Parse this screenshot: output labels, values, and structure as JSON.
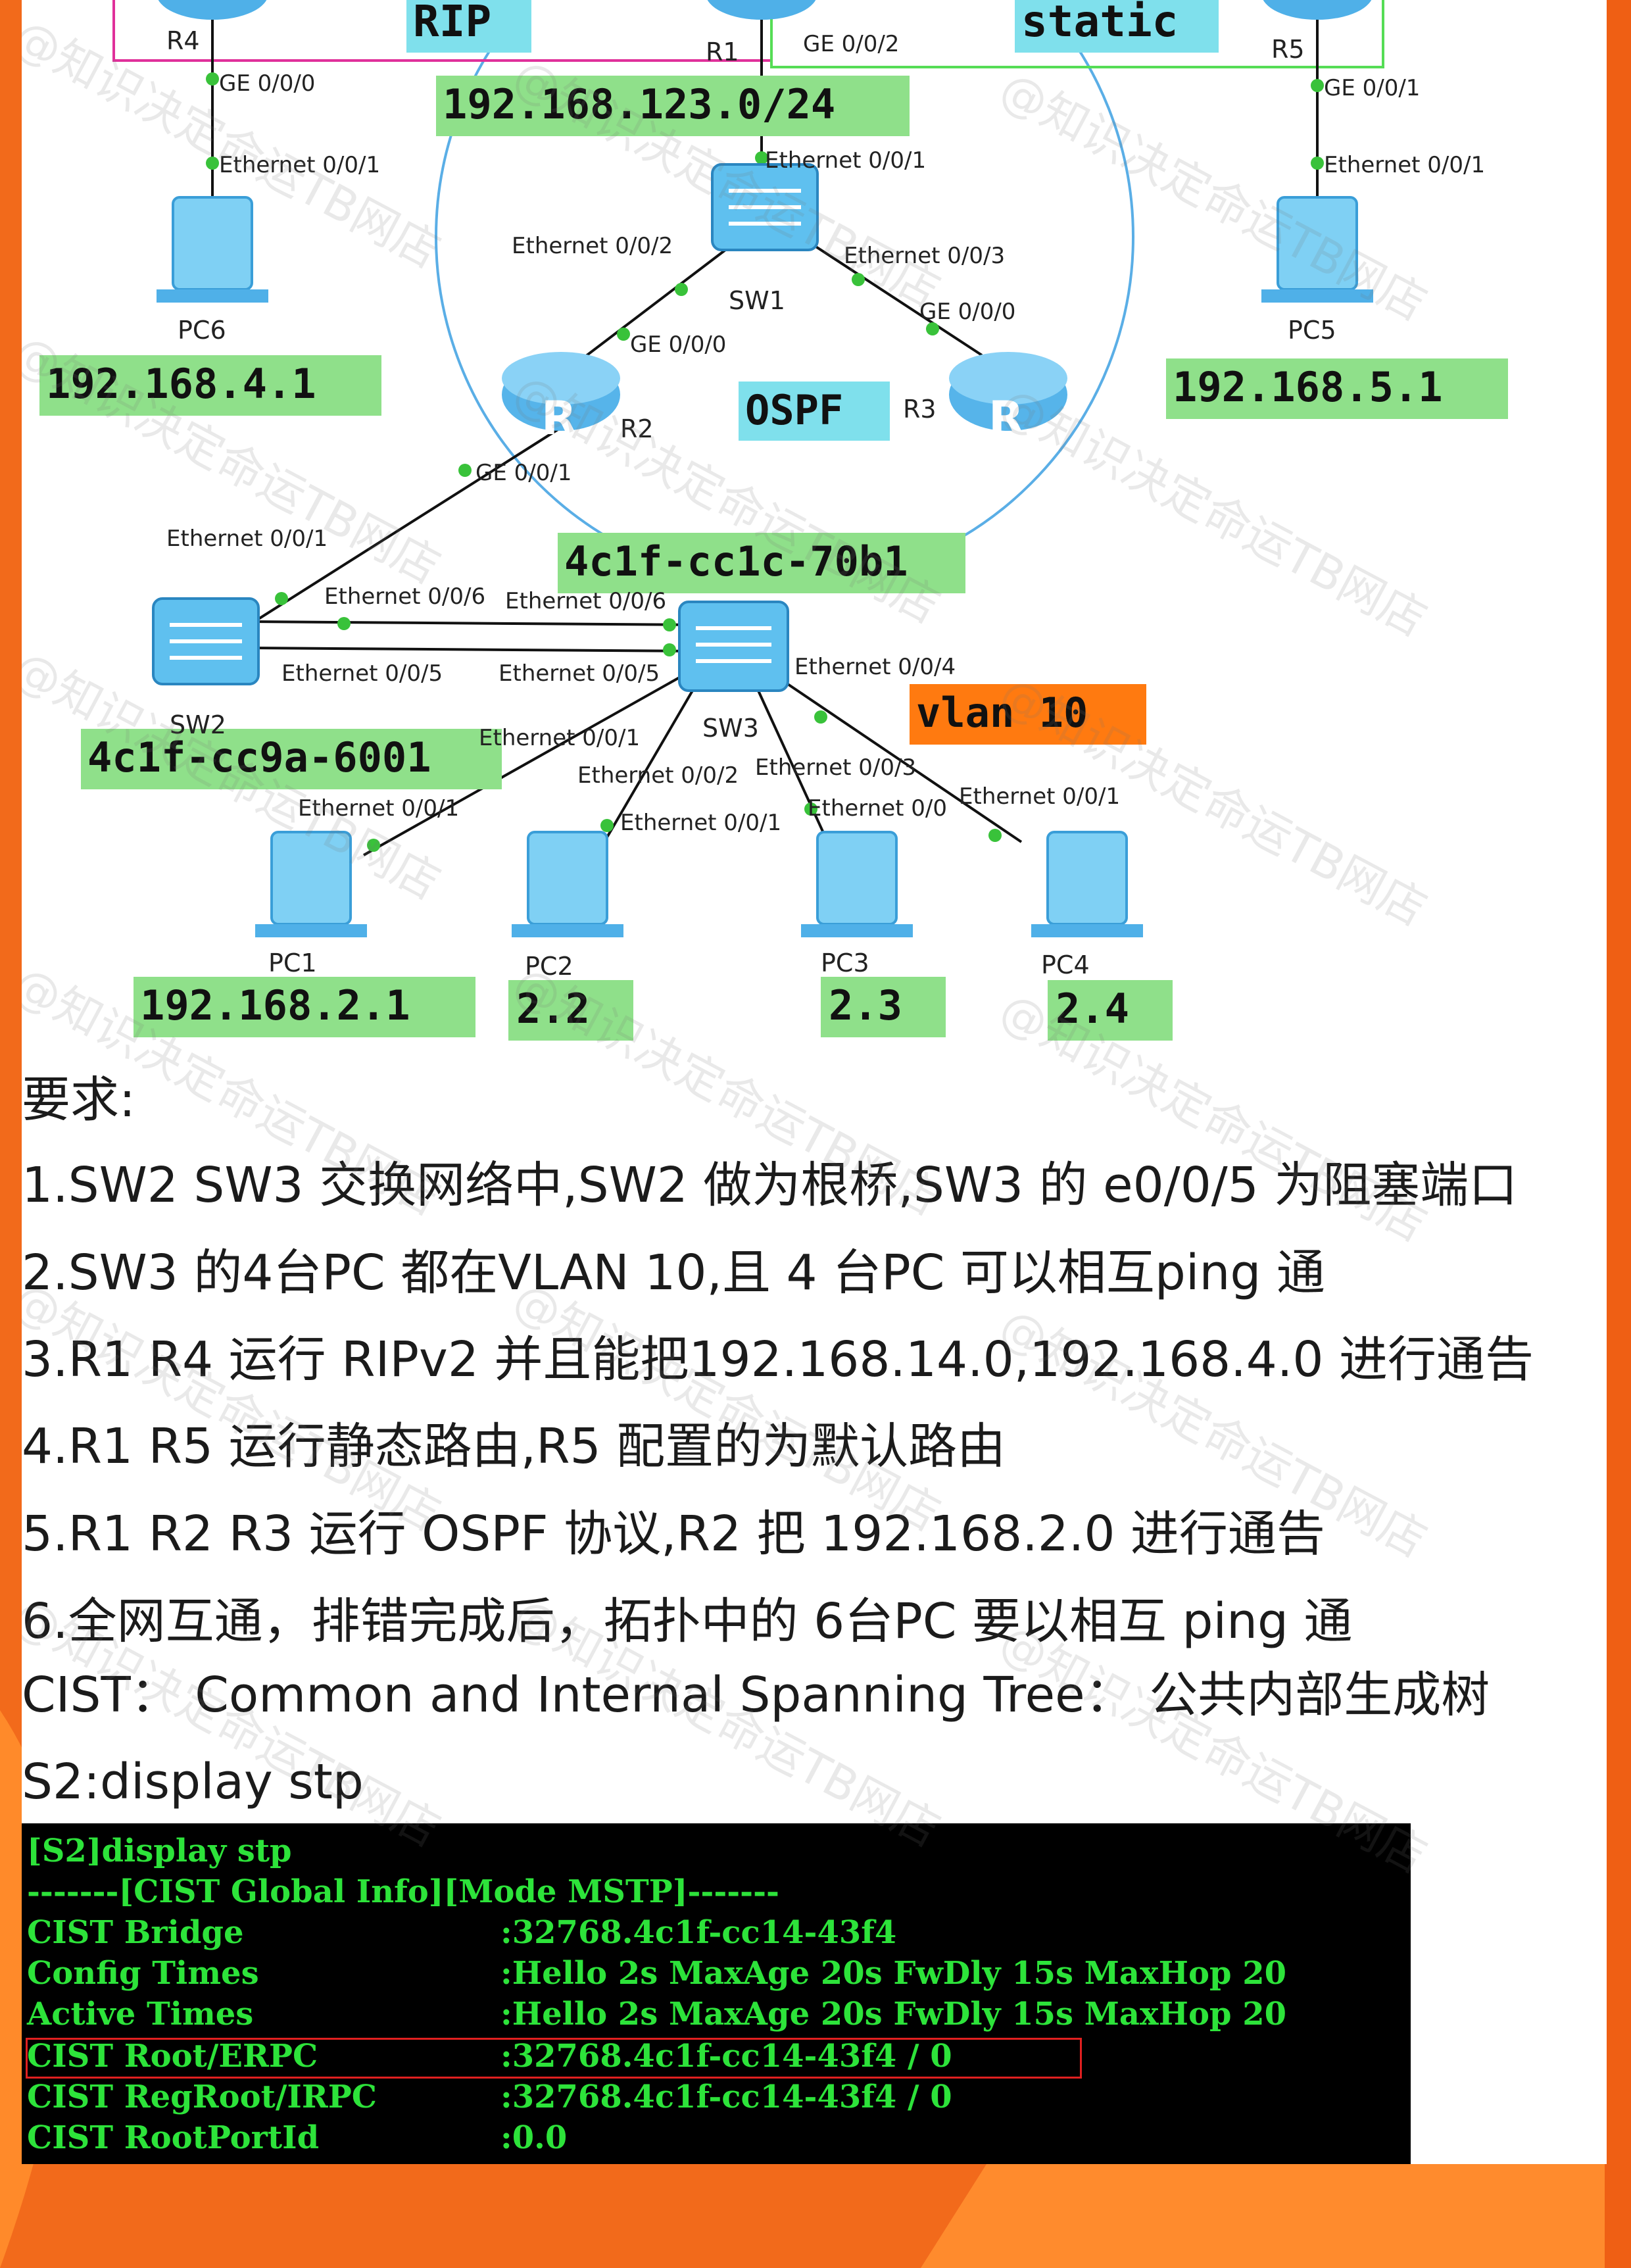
{
  "protocols": {
    "rip": "RIP",
    "static": "static",
    "ospf": "OSPF"
  },
  "devices": {
    "r1": "R1",
    "r2": "R2",
    "r3": "R3",
    "r4": "R4",
    "r5": "R5",
    "sw1": "SW1",
    "sw2": "SW2",
    "sw3": "SW3",
    "pc1": "PC1",
    "pc2": "PC2",
    "pc3": "PC3",
    "pc4": "PC4",
    "pc5": "PC5",
    "pc6": "PC6"
  },
  "ports": {
    "r4_ge000": "GE 0/0/0",
    "pc6_e001": "Ethernet 0/0/1",
    "r1_ge002": "GE 0/0/2",
    "r5_ge001": "GE 0/0/1",
    "pc5_e001": "Ethernet 0/0/1",
    "sw1_e001": "Ethernet 0/0/1",
    "sw1_e002": "Ethernet 0/0/2",
    "sw1_e003": "Ethernet 0/0/3",
    "r2_ge000": "GE 0/0/0",
    "r3_ge000": "GE 0/0/0",
    "r2_ge001": "GE 0/0/1",
    "sw2_e001": "Ethernet 0/0/1",
    "sw2_e006": "Ethernet 0/0/6",
    "sw3_e006": "Ethernet 0/0/6",
    "sw2_e005": "Ethernet 0/0/5",
    "sw3_e005": "Ethernet 0/0/5",
    "sw3_e004": "Ethernet 0/0/4",
    "sw3_e001": "Ethernet 0/0/1",
    "sw3_e002": "Ethernet 0/0/2",
    "sw3_e003": "Ethernet 0/0/3",
    "pc1_e001": "Ethernet 0/0/1",
    "pc2_e001": "Ethernet 0/0/1",
    "pc3_e00": "Ethernet 0/0",
    "pc4_e001": "Ethernet 0/0/1"
  },
  "addresses": {
    "net123": "192.168.123.0/24",
    "pc6": "192.168.4.1",
    "pc5": "192.168.5.1",
    "sw3_mac": "4c1f-cc1c-70b1",
    "sw2_mac": "4c1f-cc9a-6001",
    "vlan": "vlan 10",
    "pc1": "192.168.2.1",
    "pc2": "2.2",
    "pc3": "2.3",
    "pc4": "2.4"
  },
  "requirements": {
    "heading": "要求:",
    "items": [
      "1.SW2 SW3 交换网络中,SW2 做为根桥,SW3 的 e0/0/5 为阻塞端口",
      "2.SW3 的4台PC 都在VLAN 10,且 4 台PC 可以相互ping 通",
      "3.R1 R4 运行 RIPv2 并且能把192.168.14.0,192.168.4.0 进行通告",
      "4.R1 R5 运行静态路由,R5 配置的为默认路由",
      "5.R1 R2 R3 运行 OSPF 协议,R2 把 192.168.2.0 进行通告",
      "6.全网互通，排错完成后，拓扑中的 6台PC 要以相互 ping 通"
    ],
    "cist_note": "CIST： Common and Internal Spanning Tree： 公共内部生成树",
    "cmd_caption": "S2:display stp"
  },
  "terminal": {
    "lines": [
      {
        "k": "[S2]display stp",
        "v": ""
      },
      {
        "k": "-------[CIST Global Info][Mode MSTP]-------",
        "v": ""
      },
      {
        "k": "CIST Bridge",
        "v": ":32768.4c1f-cc14-43f4"
      },
      {
        "k": "Config Times",
        "v": ":Hello 2s MaxAge 20s FwDly 15s MaxHop 20"
      },
      {
        "k": "Active Times",
        "v": ":Hello 2s MaxAge 20s FwDly 15s MaxHop 20"
      },
      {
        "k": "CIST Root/ERPC",
        "v": ":32768.4c1f-cc14-43f4 / 0"
      },
      {
        "k": "CIST RegRoot/IRPC",
        "v": ":32768.4c1f-cc14-43f4 / 0"
      },
      {
        "k": "CIST RootPortId",
        "v": ":0.0"
      }
    ],
    "highlight_line": 5
  },
  "watermark": "@知识决定命运TB网店",
  "colors": {
    "label_green": "#8fe08a",
    "rip_label": "#7fe0ec",
    "static_label": "#7fe0ec",
    "vlan_label": "#ff7a10",
    "terminal_text": "#2de33a",
    "rip_box": "#e0309a",
    "static_box": "#55dd55",
    "ospf_circle": "#5aaee6"
  }
}
